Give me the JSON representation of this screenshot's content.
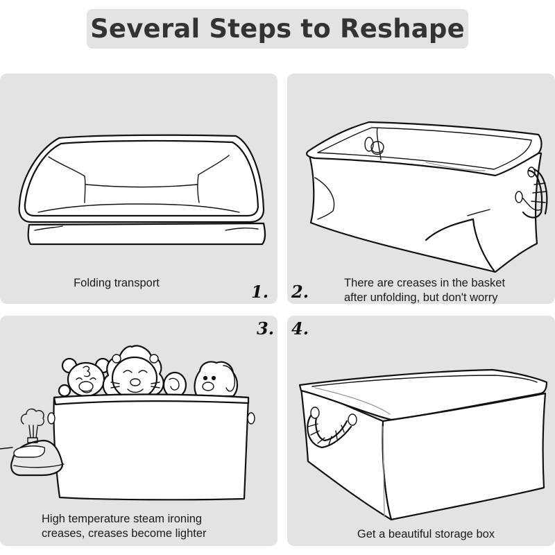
{
  "header": {
    "title": "Several Steps to Reshape"
  },
  "colors": {
    "panel_background": "#e4e3e4",
    "page_background": "#ffffff",
    "title_text": "#333335",
    "caption_text": "#1a1a1a"
  },
  "steps": [
    {
      "number": "1.",
      "caption_lines": [
        "Folding transport"
      ],
      "illustration": "folded-basket"
    },
    {
      "number": "2.",
      "caption_lines": [
        "There are creases in the basket",
        "after unfolding, but don't worry"
      ],
      "illustration": "creased-basket-with-rope-handles"
    },
    {
      "number": "3.",
      "caption_lines": [
        "High temperature steam ironing",
        "creases, creases become lighter"
      ],
      "illustration": "basket-with-stuffed-toys-and-steam-iron"
    },
    {
      "number": "4.",
      "caption_lines": [
        "Get a beautiful storage box"
      ],
      "illustration": "reshaped-storage-box"
    }
  ]
}
